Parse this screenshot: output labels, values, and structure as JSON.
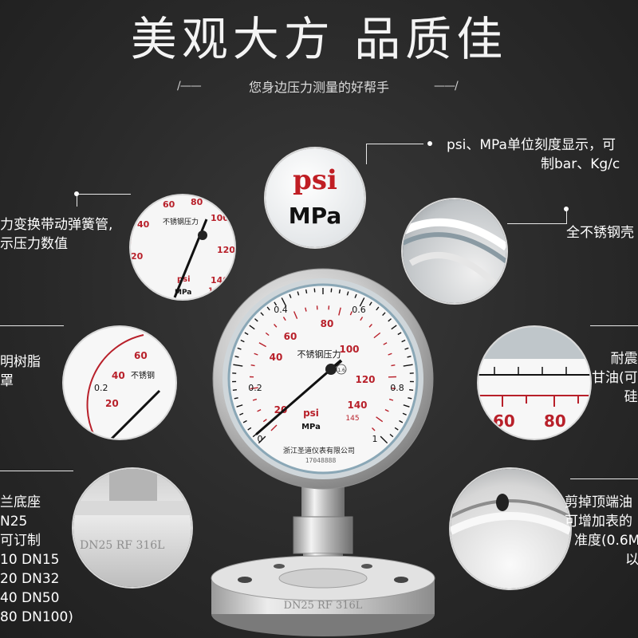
{
  "header": {
    "title": "美观大方  品质佳",
    "subtitle": "您身边压力测量的好帮手",
    "deco_left": "/——",
    "deco_right": "——/"
  },
  "features": {
    "top_right": [
      "psi、MPa单位刻度显示，可",
      "制bar、Kg/c"
    ],
    "left_1": [
      "力变换带动弹簧管,",
      "示压力数值"
    ],
    "right_1": [
      "全不锈钢壳"
    ],
    "left_2": [
      "明树脂",
      "罩"
    ],
    "right_2": [
      "耐震",
      "甘油(可",
      "硅"
    ],
    "left_3": [
      "兰底座",
      "N25",
      "可订制",
      "10  DN15",
      "20  DN32",
      "40  DN50",
      "80  DN100)"
    ],
    "right_3": [
      "剪掉顶端油",
      "可增加表的",
      "准度(0.6M",
      "以"
    ]
  },
  "gauge": {
    "dial_label": "不锈钢压力",
    "unit_psi": "psi",
    "unit_mpa": "MPa",
    "maker": "浙江圣道仪表有限公司",
    "serial": "17048888",
    "mpa_ticks": [
      "0",
      "0.2",
      "0.4",
      "0.6",
      "0.8",
      "1"
    ],
    "psi_ticks": [
      "0",
      "20",
      "40",
      "60",
      "80",
      "100",
      "120",
      "140",
      "145"
    ],
    "flange_mark": "DN25 RF 316L",
    "accuracy": "1.6"
  },
  "zoom": {
    "unit_psi": "psi",
    "unit_mpa": "MPa",
    "flange_mark": "DN25 RF 316L",
    "dial_partial": "不锈钢压力",
    "psi_partial_ticks": [
      "60",
      "80"
    ]
  }
}
